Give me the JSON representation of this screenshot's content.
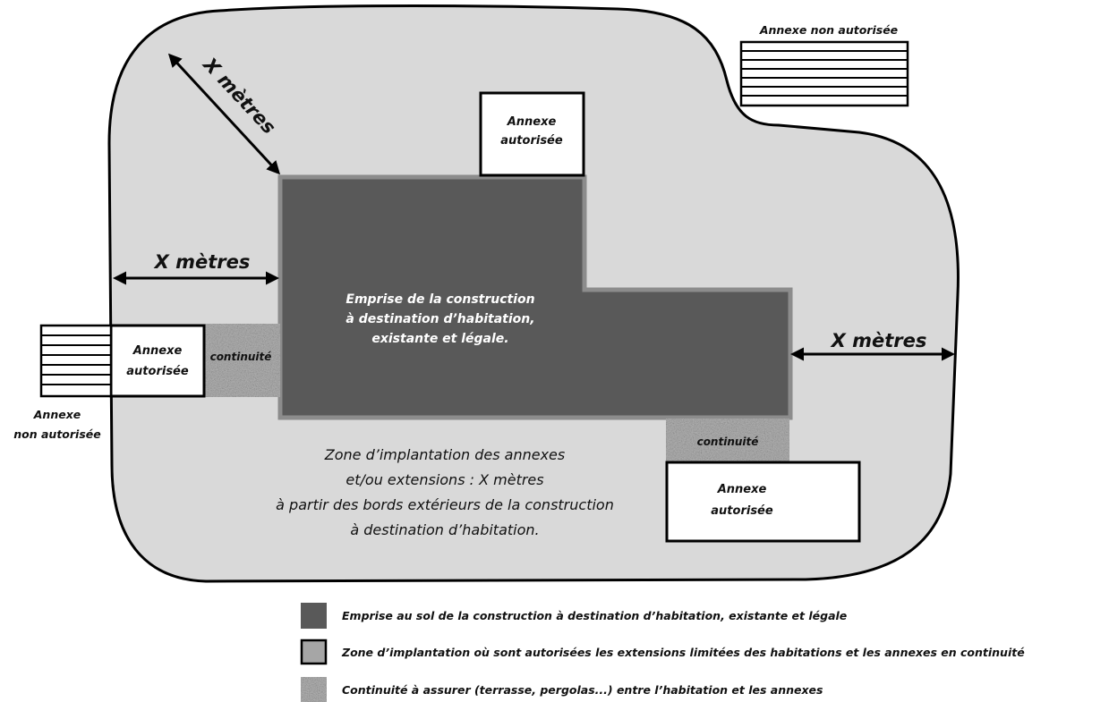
{
  "diagram": {
    "distance_label": "X mètres",
    "building_label": [
      "Emprise de la construction",
      "à destination d’habitation,",
      "existante et légale."
    ],
    "zone_label": [
      "Zone d’implantation des annexes",
      "et/ou extensions : X mètres",
      "à partir des bords extérieurs de la construction",
      "à destination d’habitation."
    ],
    "annexe_autorisee": [
      "Annexe",
      "autorisée"
    ],
    "annexe_non_autorisee_top": "Annexe non autorisée",
    "annexe_non_autorisee_left": [
      "Annexe",
      "non autorisée"
    ],
    "continuite": "continuité"
  },
  "legend": {
    "items": [
      {
        "label": "Emprise au sol de la construction à destination d’habitation, existante et légale",
        "swatch": "building"
      },
      {
        "label": "Zone d’implantation où sont autorisées les extensions limitées des habitations et les annexes en continuité",
        "swatch": "zone"
      },
      {
        "label": "Continuité à assurer (terrasse, pergolas...) entre l’habitation et les annexes",
        "swatch": "continuity"
      }
    ]
  },
  "colors": {
    "zone_fill": "#d9d9d9",
    "building_fill": "#595959",
    "building_stroke": "#8c8c8c",
    "outline": "#000000",
    "continuity_fill": "#a6a6a6"
  }
}
